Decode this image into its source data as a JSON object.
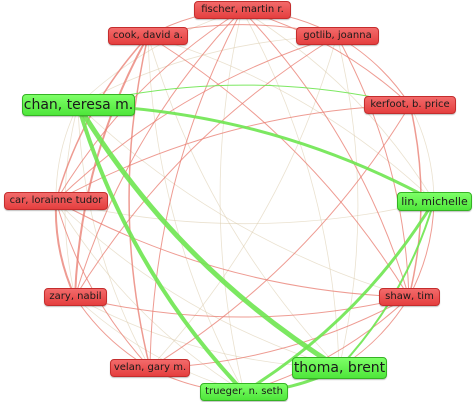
{
  "nodes": [
    {
      "id": "fischer",
      "label": "fischer, martin r.",
      "cluster": "red"
    },
    {
      "id": "cook",
      "label": "cook, david a.",
      "cluster": "red"
    },
    {
      "id": "gotlib",
      "label": "gotlib, joanna",
      "cluster": "red"
    },
    {
      "id": "chan",
      "label": "chan, teresa m.",
      "cluster": "green"
    },
    {
      "id": "kerfoot",
      "label": "kerfoot, b. price",
      "cluster": "red"
    },
    {
      "id": "car",
      "label": "car, lorainne tudor",
      "cluster": "red"
    },
    {
      "id": "lin",
      "label": "lin, michelle",
      "cluster": "green"
    },
    {
      "id": "zary",
      "label": "zary, nabil",
      "cluster": "red"
    },
    {
      "id": "shaw",
      "label": "shaw, tim",
      "cluster": "red"
    },
    {
      "id": "thoma",
      "label": "thoma, brent",
      "cluster": "green"
    },
    {
      "id": "velan",
      "label": "velan, gary m.",
      "cluster": "red"
    },
    {
      "id": "trueger",
      "label": "trueger, n. seth",
      "cluster": "green"
    }
  ],
  "colors": {
    "red_node": "#e84a4a",
    "green_node": "#5cf046",
    "red_edge": "#e87a6e",
    "green_edge": "#6ee650",
    "faint_edge": "#d8c8a8"
  },
  "links": [
    {
      "a": "chan",
      "b": "thoma",
      "strength": 5,
      "color": "green"
    },
    {
      "a": "chan",
      "b": "trueger",
      "strength": 4,
      "color": "green"
    },
    {
      "a": "chan",
      "b": "lin",
      "strength": 3,
      "color": "green"
    },
    {
      "a": "lin",
      "b": "trueger",
      "strength": 3,
      "color": "green"
    },
    {
      "a": "lin",
      "b": "thoma",
      "strength": 2,
      "color": "green"
    },
    {
      "a": "thoma",
      "b": "trueger",
      "strength": 3,
      "color": "green"
    },
    {
      "a": "chan",
      "b": "kerfoot",
      "strength": 1,
      "color": "green"
    },
    {
      "a": "cook",
      "b": "zary",
      "strength": 2,
      "color": "red"
    },
    {
      "a": "cook",
      "b": "car",
      "strength": 1.5,
      "color": "red"
    },
    {
      "a": "cook",
      "b": "velan",
      "strength": 1.5,
      "color": "red"
    },
    {
      "a": "cook",
      "b": "shaw",
      "strength": 1,
      "color": "red"
    },
    {
      "a": "cook",
      "b": "fischer",
      "strength": 1,
      "color": "red"
    },
    {
      "a": "cook",
      "b": "gotlib",
      "strength": 1,
      "color": "red"
    },
    {
      "a": "fischer",
      "b": "car",
      "strength": 1,
      "color": "red"
    },
    {
      "a": "fischer",
      "b": "zary",
      "strength": 1,
      "color": "red"
    },
    {
      "a": "fischer",
      "b": "velan",
      "strength": 1,
      "color": "red"
    },
    {
      "a": "fischer",
      "b": "shaw",
      "strength": 1,
      "color": "red"
    },
    {
      "a": "fischer",
      "b": "kerfoot",
      "strength": 1,
      "color": "red"
    },
    {
      "a": "fischer",
      "b": "gotlib",
      "strength": 1,
      "color": "red"
    },
    {
      "a": "gotlib",
      "b": "car",
      "strength": 1,
      "color": "red"
    },
    {
      "a": "gotlib",
      "b": "zary",
      "strength": 1,
      "color": "red"
    },
    {
      "a": "gotlib",
      "b": "shaw",
      "strength": 1,
      "color": "red"
    },
    {
      "a": "gotlib",
      "b": "kerfoot",
      "strength": 1,
      "color": "red"
    },
    {
      "a": "kerfoot",
      "b": "shaw",
      "strength": 1.5,
      "color": "red"
    },
    {
      "a": "kerfoot",
      "b": "car",
      "strength": 1,
      "color": "red"
    },
    {
      "a": "kerfoot",
      "b": "velan",
      "strength": 1,
      "color": "red"
    },
    {
      "a": "car",
      "b": "zary",
      "strength": 2,
      "color": "red"
    },
    {
      "a": "car",
      "b": "velan",
      "strength": 1,
      "color": "red"
    },
    {
      "a": "car",
      "b": "shaw",
      "strength": 1,
      "color": "red"
    },
    {
      "a": "zary",
      "b": "shaw",
      "strength": 1,
      "color": "red"
    },
    {
      "a": "zary",
      "b": "velan",
      "strength": 1,
      "color": "red"
    },
    {
      "a": "velan",
      "b": "shaw",
      "strength": 1,
      "color": "red"
    },
    {
      "a": "velan",
      "b": "trueger",
      "strength": 1,
      "color": "red"
    },
    {
      "a": "shaw",
      "b": "trueger",
      "strength": 1,
      "color": "red"
    },
    {
      "a": "shaw",
      "b": "thoma",
      "strength": 1,
      "color": "red"
    },
    {
      "a": "lin",
      "b": "shaw",
      "strength": 1,
      "color": "red"
    },
    {
      "a": "lin",
      "b": "fischer",
      "strength": 0.8,
      "color": "faint"
    },
    {
      "a": "lin",
      "b": "cook",
      "strength": 0.8,
      "color": "faint"
    },
    {
      "a": "thoma",
      "b": "fischer",
      "strength": 0.8,
      "color": "faint"
    },
    {
      "a": "thoma",
      "b": "gotlib",
      "strength": 0.8,
      "color": "faint"
    },
    {
      "a": "thoma",
      "b": "cook",
      "strength": 0.8,
      "color": "faint"
    },
    {
      "a": "trueger",
      "b": "fischer",
      "strength": 0.8,
      "color": "faint"
    },
    {
      "a": "trueger",
      "b": "cook",
      "strength": 0.8,
      "color": "faint"
    },
    {
      "a": "chan",
      "b": "fischer",
      "strength": 0.8,
      "color": "faint"
    },
    {
      "a": "chan",
      "b": "gotlib",
      "strength": 0.8,
      "color": "faint"
    },
    {
      "a": "chan",
      "b": "car",
      "strength": 0.8,
      "color": "faint"
    },
    {
      "a": "chan",
      "b": "zary",
      "strength": 0.8,
      "color": "faint"
    },
    {
      "a": "chan",
      "b": "shaw",
      "strength": 0.8,
      "color": "faint"
    },
    {
      "a": "chan",
      "b": "velan",
      "strength": 0.8,
      "color": "faint"
    },
    {
      "a": "lin",
      "b": "car",
      "strength": 0.8,
      "color": "faint"
    },
    {
      "a": "lin",
      "b": "kerfoot",
      "strength": 0.8,
      "color": "faint"
    },
    {
      "a": "thoma",
      "b": "zary",
      "strength": 0.8,
      "color": "faint"
    },
    {
      "a": "thoma",
      "b": "car",
      "strength": 0.8,
      "color": "faint"
    },
    {
      "a": "trueger",
      "b": "car",
      "strength": 0.8,
      "color": "faint"
    },
    {
      "a": "trueger",
      "b": "zary",
      "strength": 0.8,
      "color": "faint"
    },
    {
      "a": "gotlib",
      "b": "velan",
      "strength": 0.8,
      "color": "faint"
    }
  ]
}
